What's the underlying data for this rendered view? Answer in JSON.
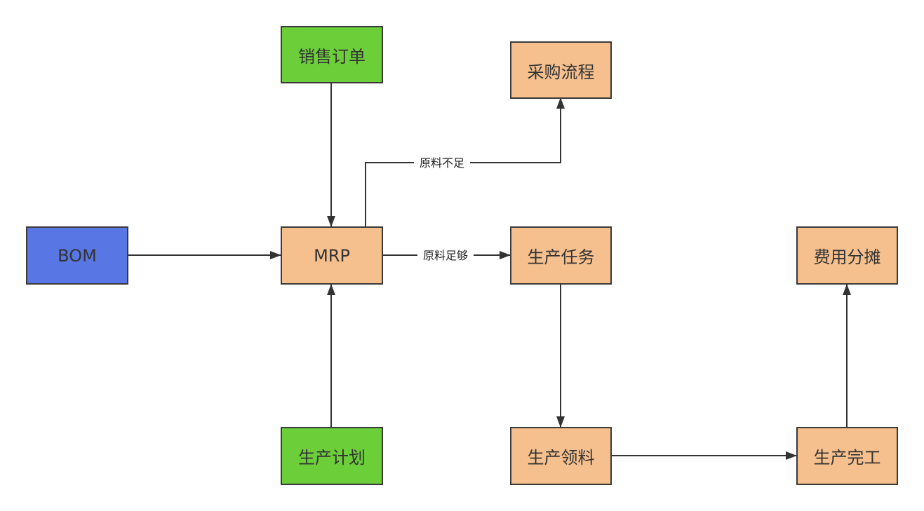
{
  "diagram": {
    "nodes": {
      "sales_order": {
        "label": "销售订单",
        "color": "#6ccf3a"
      },
      "purchase_process": {
        "label": "采购流程",
        "color": "#f5c08e"
      },
      "bom": {
        "label": "BOM",
        "color": "#5876e4"
      },
      "mrp": {
        "label": "MRP",
        "color": "#f5c08e"
      },
      "production_task": {
        "label": "生产任务",
        "color": "#f5c08e"
      },
      "cost_allocation": {
        "label": "费用分摊",
        "color": "#f5c08e"
      },
      "production_plan": {
        "label": "生产计划",
        "color": "#6ccf3a"
      },
      "production_material": {
        "label": "生产领料",
        "color": "#f5c08e"
      },
      "production_completion": {
        "label": "生产完工",
        "color": "#f5c08e"
      }
    },
    "edges": {
      "material_shortage": {
        "label": "原料不足"
      },
      "material_sufficient": {
        "label": "原料足够"
      }
    },
    "line_color": "#333333"
  }
}
